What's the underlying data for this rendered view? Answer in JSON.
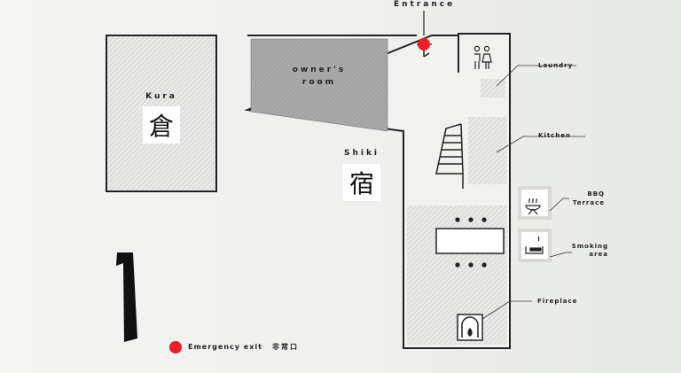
{
  "map": {
    "entrance_label": "Entrance",
    "kura": {
      "label": "Kura",
      "kanji": "倉"
    },
    "shiki": {
      "label": "Shiki",
      "kanji": "宿"
    },
    "owners_room": {
      "line1": "owner's",
      "line2": "room"
    },
    "floor_number": "1",
    "legend": {
      "label": "Emergency exit",
      "label_jp": "非常口",
      "color": "#e5202a"
    },
    "callouts": {
      "laundry": "Laundry",
      "kitchen": "Kitchen",
      "bbq_line1": "BBQ",
      "bbq_line2": "Terrace",
      "smoking_line1": "Smoking",
      "smoking_line2": "area",
      "fireplace": "Fireplace"
    },
    "icons": [
      "restroom-icon",
      "bbq-grill-icon",
      "smoking-icon",
      "fireplace-icon",
      "emergency-exit-dot-icon"
    ]
  }
}
